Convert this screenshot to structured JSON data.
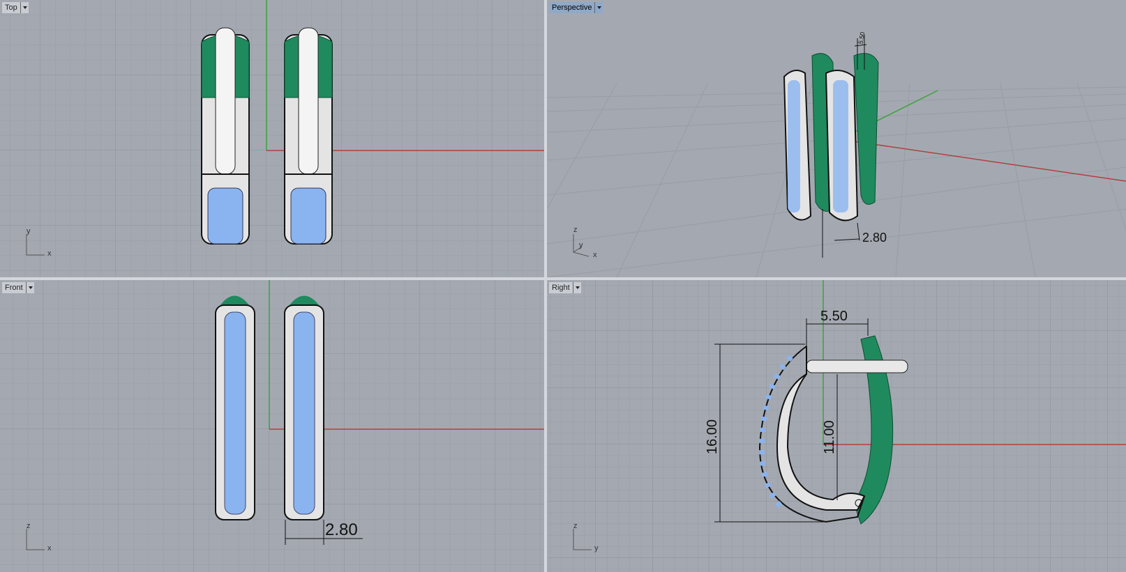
{
  "viewports": [
    {
      "name": "Top",
      "active": false,
      "axes": [
        "y",
        "x"
      ]
    },
    {
      "name": "Perspective",
      "active": true,
      "axes": [
        "z",
        "y",
        "x"
      ]
    },
    {
      "name": "Front",
      "active": false,
      "axes": [
        "z",
        "x"
      ]
    },
    {
      "name": "Right",
      "active": false,
      "axes": [
        "z",
        "y"
      ]
    }
  ],
  "dimensions": {
    "perspective_top": "5.50",
    "perspective_bottom": "2.80",
    "front_width": "2.80",
    "right_width": "5.50",
    "right_height_total": "16.00",
    "right_height_inner": "11.00"
  },
  "colors": {
    "grid_bg": "#a4a9b1",
    "grid_line": "#979ca4",
    "grid_major": "#8c9199",
    "x_axis": "#b04040",
    "y_axis": "#3aa23a",
    "metal": "#e8e8e8",
    "gem": "#8ab4f0",
    "clasp": "#1f8a5e",
    "active_label": "#8fa9c8"
  }
}
